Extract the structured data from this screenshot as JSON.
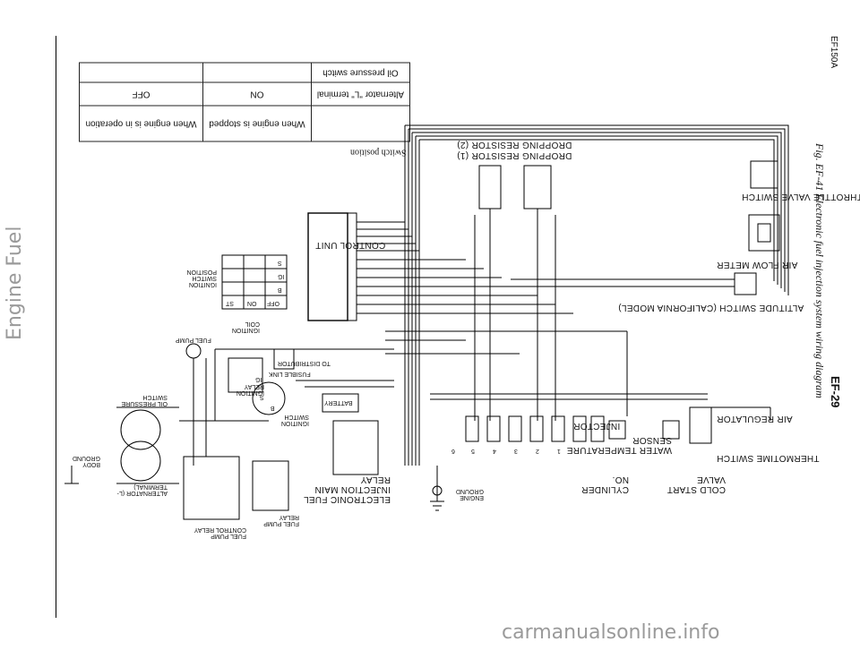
{
  "page": {
    "section_header": "Engine Fuel",
    "page_number": "EF-29",
    "figure_caption": "Fig. EF-41 Electronic fuel injection system wiring diagram",
    "figure_code": "EF150A",
    "footer_url": "carmanualsonline.info"
  },
  "table": {
    "header": "Switch position",
    "rows": [
      {
        "label": "Oil pressure switch",
        "on": "",
        "off": ""
      },
      {
        "label": "Alternator \"L\" terminal",
        "on": "ON",
        "off": "OFF"
      },
      {
        "label": "",
        "on": "When engine is stopped",
        "off": "When engine is in operation"
      }
    ]
  },
  "labels": {
    "control_unit": "CONTROL UNIT",
    "dropping_resistor_1": "DROPPING RESISTOR (1)",
    "dropping_resistor_2": "DROPPING RESISTOR (2)",
    "throttle_valve_switch": "THROTTLE VALVE SWITCH",
    "air_flow_meter": "AIR FLOW METER",
    "altitude_switch": "ALTITUDE SWITCH (CALIFORNIA MODEL)",
    "air_regulator": "AIR REGULATOR",
    "injector": "INJECTOR",
    "water_temp_sensor": "WATER TEMPERATURE SENSOR",
    "cold_start_valve": "COLD START VALVE",
    "thermotime_switch": "THERMOTIME SWITCH",
    "cylinder_no": "CYLINDER NO.",
    "engine_ground": "ENGINE GROUND",
    "efi_main_relay": "ELECTRONIC FUEL INJECTION MAIN RELAY",
    "fuel_pump_relay": "FUEL PUMP RELAY",
    "fuel_pump_control_relay": "FUEL PUMP CONTROL RELAY",
    "alternator": "ALTERNATOR (L-TERMINAL)",
    "body_ground": "BODY GROUND",
    "oil_pressure_switch": "OIL PRESSURE SWITCH",
    "ignition_relay": "IGNITION RELAY",
    "ignition_switch": "IGNITION SWITCH",
    "fusible_link": "FUSIBLE LINK",
    "to_distributor": "TO DISTRIBUTOR",
    "battery": "BATTERY",
    "ignition_coil": "IGNITION COIL",
    "fuel_pump": "FUEL PUMP",
    "ignition_switch_position": "IGNITION SWITCH POSITION",
    "ig_label": "IG",
    "s_label": "S",
    "b_label": "B",
    "cyl_numbers": [
      "1",
      "2",
      "3",
      "4",
      "5",
      "6"
    ]
  },
  "switch_grid": {
    "header": [
      "OFF",
      "ON",
      "ST"
    ],
    "rows": [
      "B",
      "IG",
      "S"
    ]
  }
}
